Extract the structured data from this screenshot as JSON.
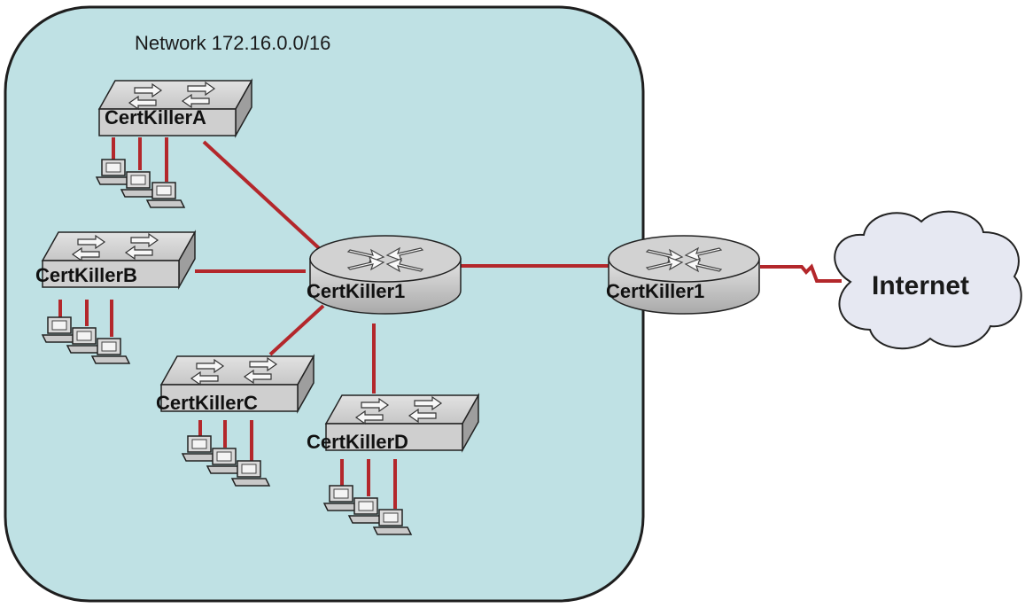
{
  "diagram": {
    "network_label": "Network 172.16.0.0/16",
    "switches": [
      {
        "id": "A",
        "label": "CertKillerA"
      },
      {
        "id": "B",
        "label": "CertKillerB"
      },
      {
        "id": "C",
        "label": "CertKillerC"
      },
      {
        "id": "D",
        "label": "CertKillerD"
      }
    ],
    "routers": [
      {
        "id": "internal",
        "label": "CertKiller1"
      },
      {
        "id": "edge",
        "label": "CertKiller1"
      }
    ],
    "cloud": {
      "label": "Internet"
    },
    "colors": {
      "network_fill": "#bfe1e4",
      "link": "#b3272b",
      "device_gray": "#bdbdbd",
      "outline": "#222222"
    }
  }
}
